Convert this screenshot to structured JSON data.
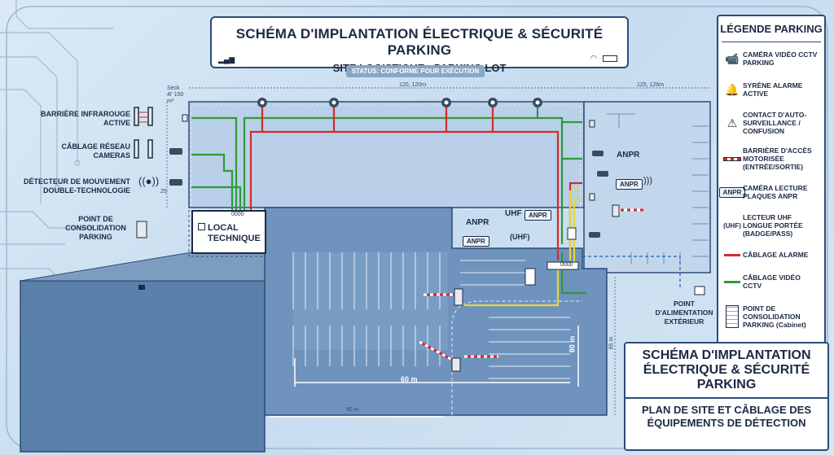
{
  "header": {
    "title": "SCHÉMA D'IMPLANTATION ÉLECTRIQUE & SÉCURITÉ PARKING",
    "subtitle": "SITE LOGISTIQUE - PARKING LOT",
    "status": "STATUS: CONFORME POUR EXÉCUTION"
  },
  "legend": {
    "title": "LÉGENDE PARKING",
    "items": [
      {
        "label": "CAMÉRA VIDÉO CCTV PARKING",
        "icon": "camera-icon"
      },
      {
        "label": "SYRÈNE ALARME ACTIVE",
        "icon": "siren-icon"
      },
      {
        "label": "CONTACT D'AUTO-SURVEILLANCE / CONFUSION",
        "icon": "warning-icon"
      },
      {
        "label": "BARRIÈRE D'ACCÈS MOTORISÉE (ENTRÉE/SORTIE)",
        "icon": "barrier-icon"
      },
      {
        "label": "CAMÉRA LECTURE PLAQUES ANPR",
        "icon": "anpr-icon"
      },
      {
        "label": "LECTEUR UHF LONGUE PORTÉE (BADGE/PASS)",
        "icon": "uhf-icon"
      },
      {
        "label": "CÂBLAGE ALARME",
        "icon": "red-line-icon"
      },
      {
        "label": "CÂBLAGE VIDÉO CCTV",
        "icon": "green-line-icon"
      },
      {
        "label": "POINT DE CONSOLIDATION PARKING (Cabinet)",
        "icon": "cabinet-icon"
      }
    ]
  },
  "left_labels": {
    "infrared": "BARRIÈRE INFRAROUGE ACTIVE",
    "network": "CÂBLAGE RÉSEAU CAMERAS",
    "motion": "DÉTECTEUR DE MOUVEMENT DOUBLE-TECHNOLOGIE",
    "consolidation": "POINT DE CONSOLIDATION PARKING"
  },
  "plan": {
    "local_technique": "LOCAL TECHNIQUE",
    "anpr_label": "ANPR",
    "uhf_label": "UHF",
    "uhf_symbol": "(UHF)",
    "power_point": "POINT D'ALIMENTATION EXTÉRIEUR",
    "dim_60m": "60 m",
    "dim_80m": "80 m",
    "dim_60m_bottom": "60 m",
    "dim_85m": "85 m",
    "dim_top_left": "120, 120m",
    "dim_top_right": "125, 126m",
    "dim_side": "Seck 4l' 150 m²",
    "dim_25": "25",
    "panel_code": "0000",
    "panel_code2": "0000"
  },
  "bottom_title": {
    "main": "SCHÉMA D'IMPLANTATION ÉLECTRIQUE & SÉCURITÉ PARKING",
    "sub": "PLAN DE SITE ET CÂBLAGE DES ÉQUIPEMENTS DE DÉTECTION"
  },
  "colors": {
    "alarm": "#d42a2a",
    "cctv": "#2e9a3a",
    "yellow": "#e6d53a",
    "frame": "#2c4c78"
  }
}
